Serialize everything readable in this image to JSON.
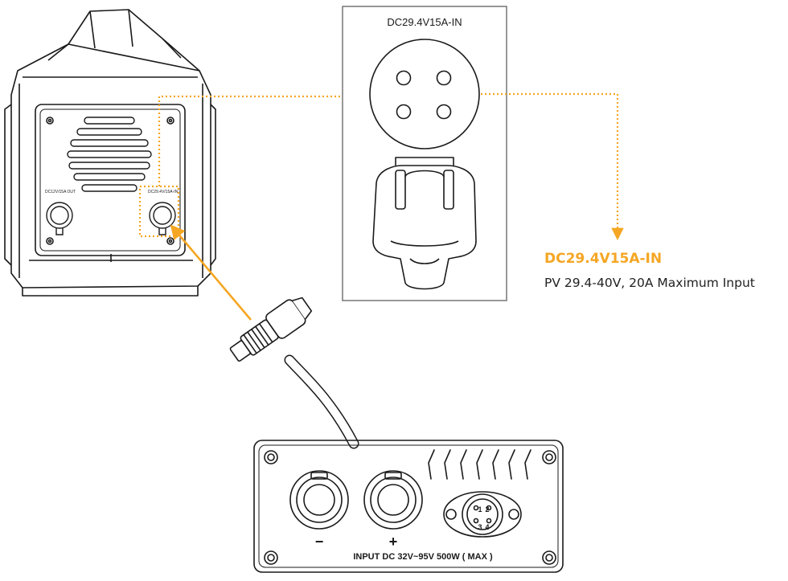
{
  "connector_panel": {
    "label": "DC29.4V15A-IN"
  },
  "station": {
    "left_port_label": "DC12V/15A OUT",
    "right_port_label": "DC29.4V/15A-IN"
  },
  "callout": {
    "title": "DC29.4V15A-IN",
    "description": "PV 29.4-40V, 20A Maximum Input"
  },
  "adapter_box": {
    "label": "INPUT DC 32V~95V 500W ( MAX )",
    "minus_symbol": "−",
    "plus_symbol": "+",
    "pin_labels": [
      "1",
      "2",
      "3",
      "4"
    ]
  },
  "colors": {
    "accent": "#F5A623",
    "line": "#1a1a1a",
    "panel_border": "#6b6b6b"
  }
}
